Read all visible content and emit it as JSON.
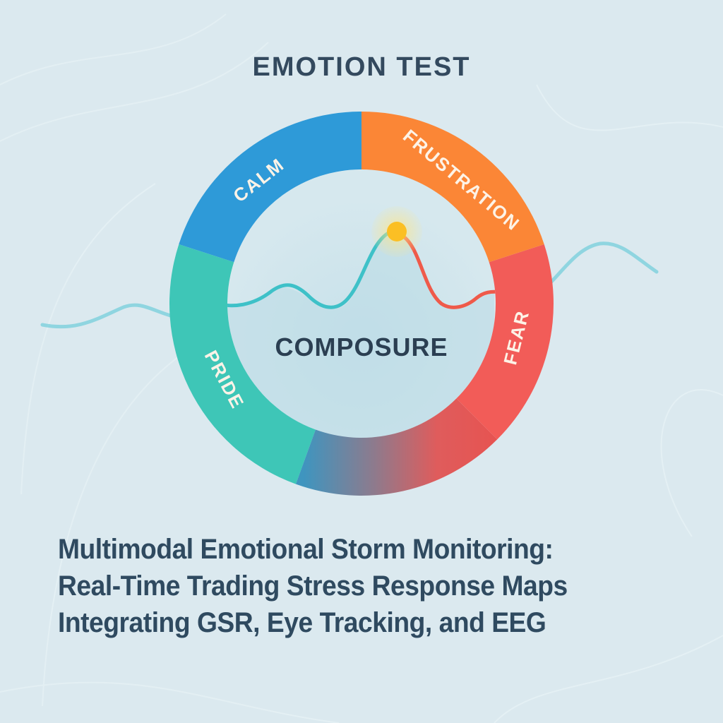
{
  "header": {
    "title": "EMOTION TEST"
  },
  "wheel": {
    "center_label": "COMPOSURE",
    "segments": [
      {
        "label": "CALM",
        "color": "#2e9ad8"
      },
      {
        "label": "FRUSTRATION",
        "color": "#fb8636"
      },
      {
        "label": "FEAR",
        "color": "#f25c58"
      },
      {
        "label": "",
        "color_from": "#3f95bf",
        "color_to": "#e8524f"
      },
      {
        "label": "PRIDE",
        "color": "#3ec6b7"
      }
    ],
    "peak_marker_color": "#fbbf24",
    "wave_color_calm": "#3ec1c8",
    "wave_color_stress": "#ef5a4a"
  },
  "footer": {
    "lines": [
      "Multimodal Emotional Storm Monitoring:",
      "Real-Time Trading Stress Response Maps",
      "Integrating GSR, Eye Tracking, and EEG"
    ]
  },
  "colors": {
    "background": "#dbe9ef",
    "text_dark": "#33495e",
    "segment_label_text": "#fdf3e7"
  }
}
